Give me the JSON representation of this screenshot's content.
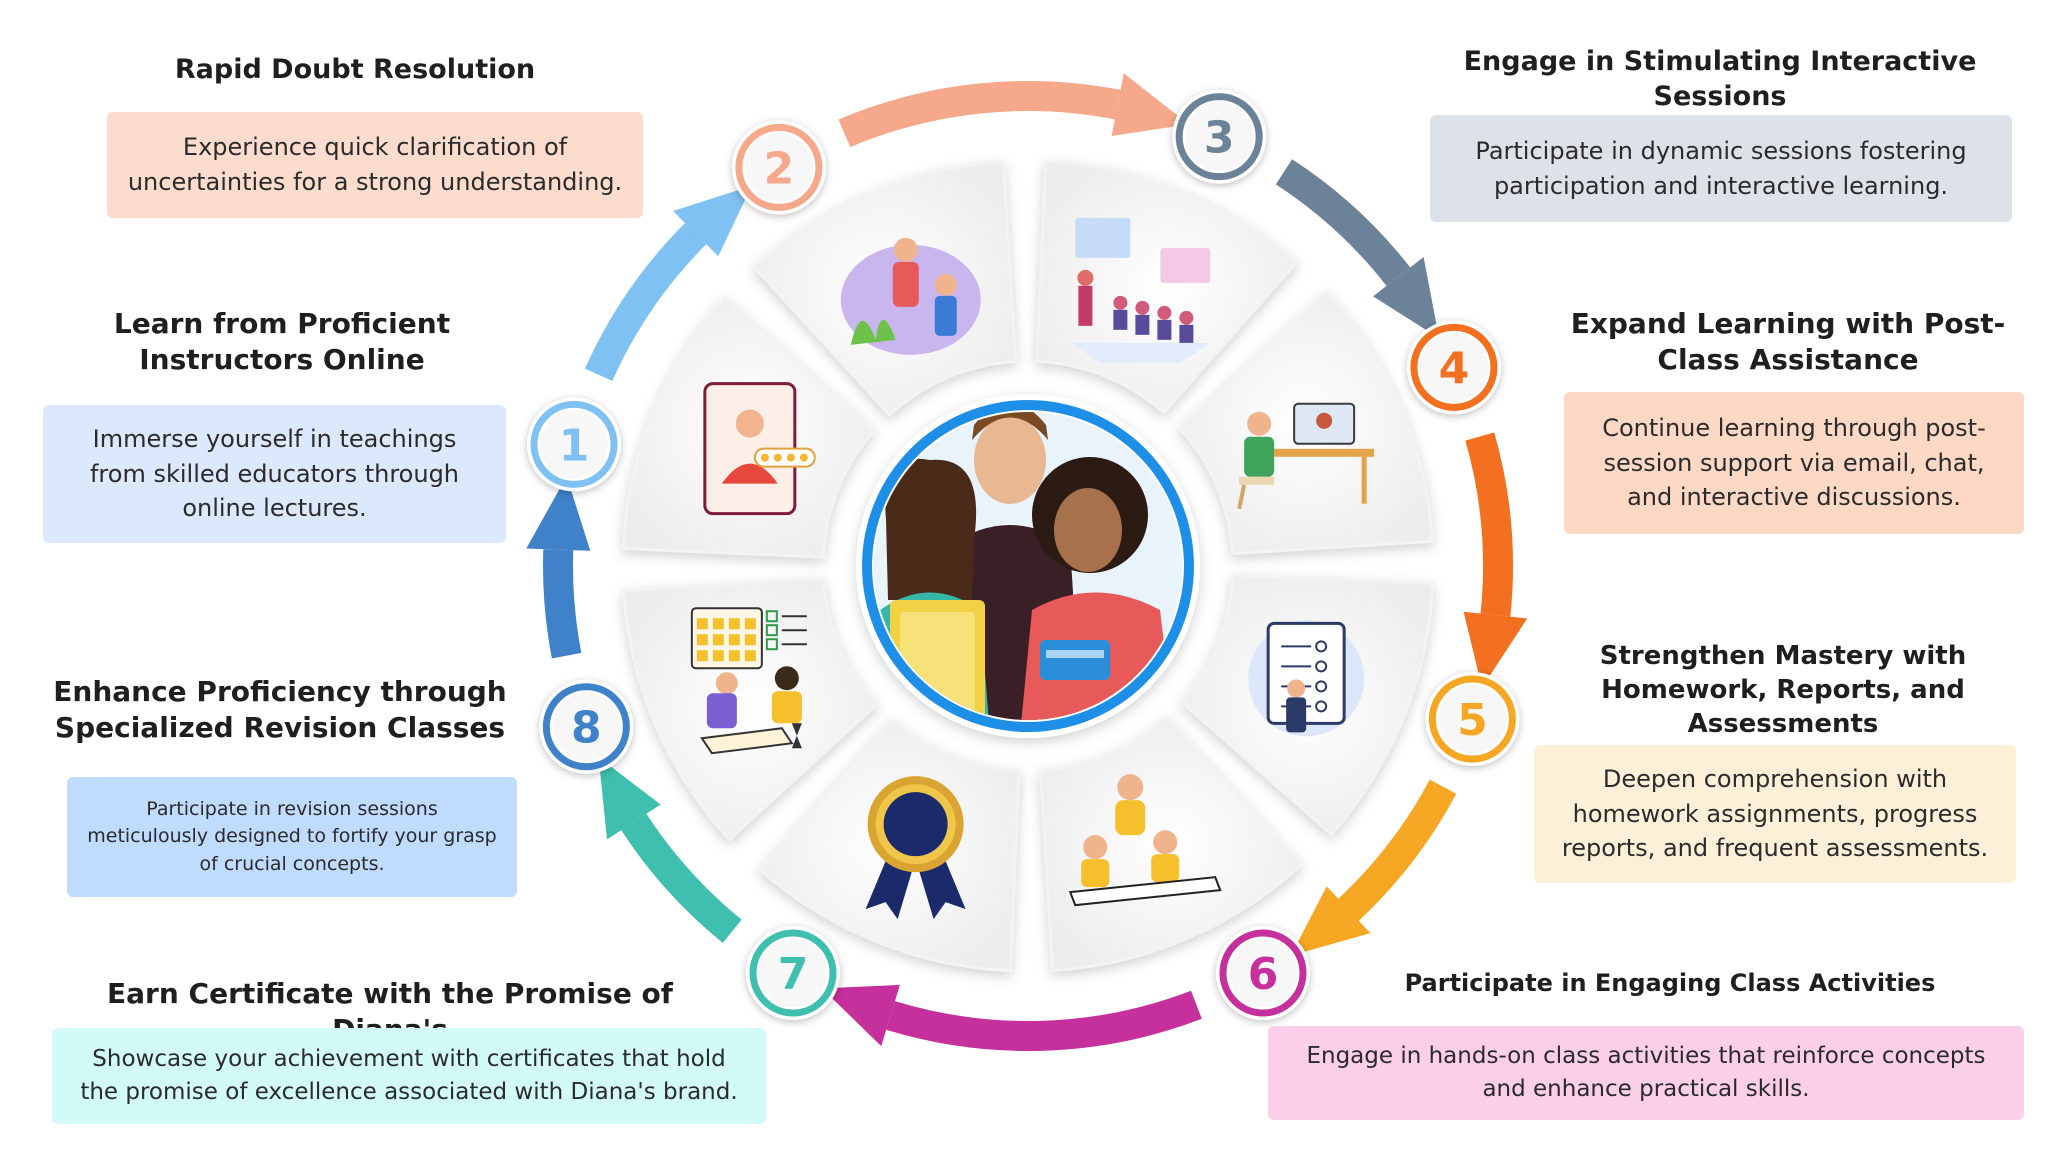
{
  "steps": [
    {
      "num": "1",
      "title": "Learn from Proficient Instructors Online",
      "desc": "Immerse yourself in teachings from skilled educators through online lectures."
    },
    {
      "num": "2",
      "title": "Rapid Doubt Resolution",
      "desc": "Experience quick clarification of uncertainties for a strong understanding."
    },
    {
      "num": "3",
      "title": "Engage in Stimulating Interactive Sessions",
      "desc": "Participate in dynamic sessions fostering participation and interactive learning."
    },
    {
      "num": "4",
      "title": "Expand Learning with Post-Class Assistance",
      "desc": "Continue learning through post-session support via email, chat, and interactive discussions."
    },
    {
      "num": "5",
      "title": "Strengthen Mastery with Homework, Reports, and Assessments",
      "desc": "Deepen comprehension with homework assignments, progress reports, and frequent assessments."
    },
    {
      "num": "6",
      "title": "Participate in Engaging Class Activities",
      "desc": "Engage in hands-on class activities that reinforce concepts and enhance practical skills."
    },
    {
      "num": "7",
      "title": "Earn Certificate with the Promise of Diana's",
      "desc": "Showcase your achievement with certificates that hold the promise of excellence associated with Diana's brand."
    },
    {
      "num": "8",
      "title": "Enhance Proficiency through Specialized Revision Classes",
      "desc": "Participate in revision sessions meticulously designed to fortify your grasp of crucial concepts."
    }
  ],
  "colors": {
    "step1": "#7fc1f2",
    "step2": "#f6a88a",
    "step3": "#6c8298",
    "step4": "#f2701f",
    "step5": "#f5a623",
    "step6": "#c5309c",
    "step7": "#3fbfae",
    "step8": "#3f82c9",
    "box1": "#dce8fb",
    "box2": "#fbdccd",
    "box3": "#dde2e8",
    "box4": "#fcd8c5",
    "box5": "#fdf0d9",
    "box6": "#fbcfe8",
    "box7": "#d2fbf7",
    "box8": "#bfdbfd"
  }
}
